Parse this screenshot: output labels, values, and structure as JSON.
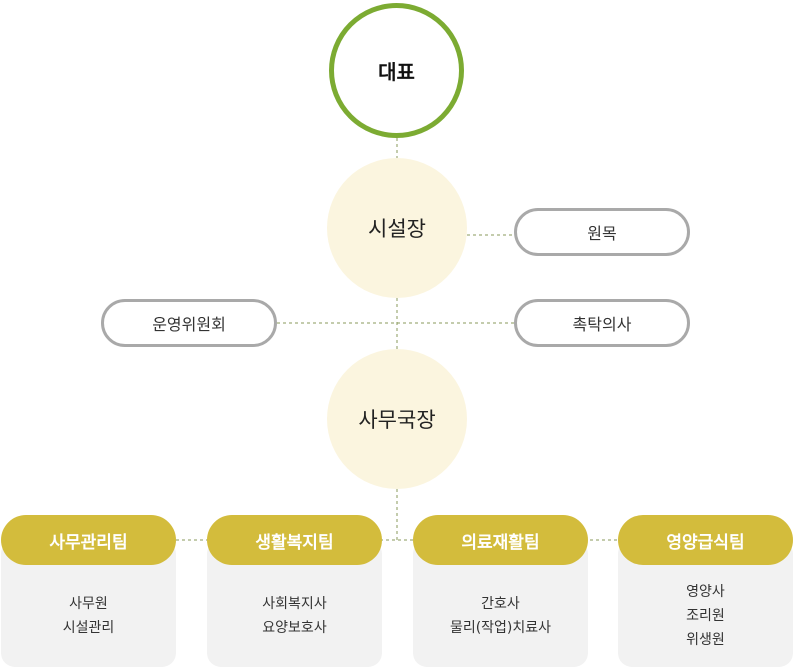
{
  "org": {
    "ceo": "대표",
    "director": "시설장",
    "advisor": "원목",
    "committee": "운영위원회",
    "doctor": "촉탁의사",
    "secretary": "사무국장"
  },
  "teams": [
    {
      "name": "사무관리팀",
      "members": [
        "사무원",
        "시설관리"
      ]
    },
    {
      "name": "생활복지팀",
      "members": [
        "사회복지사",
        "요양보호사"
      ]
    },
    {
      "name": "의료재활팀",
      "members": [
        "간호사",
        "물리(작업)치료사"
      ]
    },
    {
      "name": "영양급식팀",
      "members": [
        "영양사",
        "조리원",
        "위생원"
      ]
    }
  ],
  "colors": {
    "ceo_ring": "#7cab32",
    "circle_fill": "#fbf5df",
    "pill_border": "#a9a9a9",
    "team_header": "#d3bc3c",
    "team_card": "#f2f2f2",
    "connector": "#8a9a5b"
  }
}
